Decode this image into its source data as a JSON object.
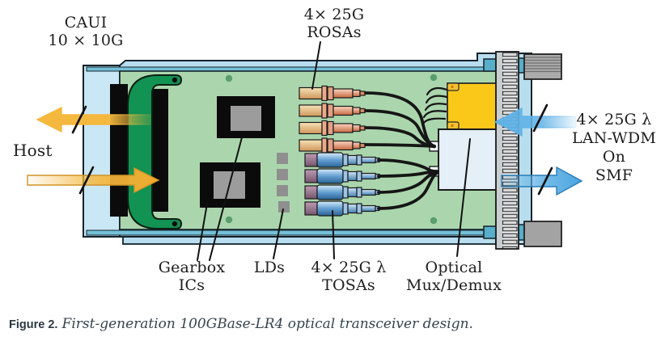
{
  "figure": {
    "type": "technical-diagram",
    "subject": "100GBase-LR4 optical transceiver module cutaway",
    "caption": {
      "label": "Figure 2.",
      "text": "First-generation 100GBase-LR4 optical transceiver design."
    },
    "callouts": {
      "caui": {
        "lines": [
          "CAUI",
          "10 × 10G"
        ]
      },
      "rosas": {
        "lines": [
          "4× 25G",
          "ROSAs"
        ]
      },
      "host": {
        "lines": [
          "Host"
        ]
      },
      "line_side": {
        "lines": [
          "4× 25G λ",
          "LAN-WDM",
          "On",
          "SMF"
        ]
      },
      "gearbox": {
        "lines": [
          "Gearbox",
          "ICs"
        ]
      },
      "lds": {
        "lines": [
          "LDs"
        ]
      },
      "tosas": {
        "lines": [
          "4× 25G λ",
          "TOSAs"
        ]
      },
      "mux": {
        "lines": [
          "Optical",
          "Mux/Demux"
        ]
      }
    },
    "components": {
      "rosa_count": 4,
      "tosa_count": 4,
      "ld_count": 4,
      "gearbox_ic_count": 2,
      "fiber_count": 8
    },
    "colors": {
      "housing_blue": "#b7ddef",
      "housing_front": "#c9e7f5",
      "rail_teal": "#57aec9",
      "pcb_green": "#abd6ad",
      "connector_green": "#129253",
      "ic_black": "#0b0b0b",
      "ic_pad_gray": "#9c9c9c",
      "ld_gray": "#8f8f8f",
      "rosa_tan": "#e5c089",
      "rosa_barrel_salmon": "#e09a74",
      "tosa_blue": "#5697cc",
      "tosa_back_mauve": "#a4839b",
      "demux_yellow": "#fac819",
      "mux_white": "#e4eff7",
      "fiber_black": "#161616",
      "host_arrow_yellow": "#f5b83e",
      "line_arrow_blue": "#60b2e6",
      "label_text": "#1e1e1e",
      "caption_text": "#36444d"
    }
  }
}
